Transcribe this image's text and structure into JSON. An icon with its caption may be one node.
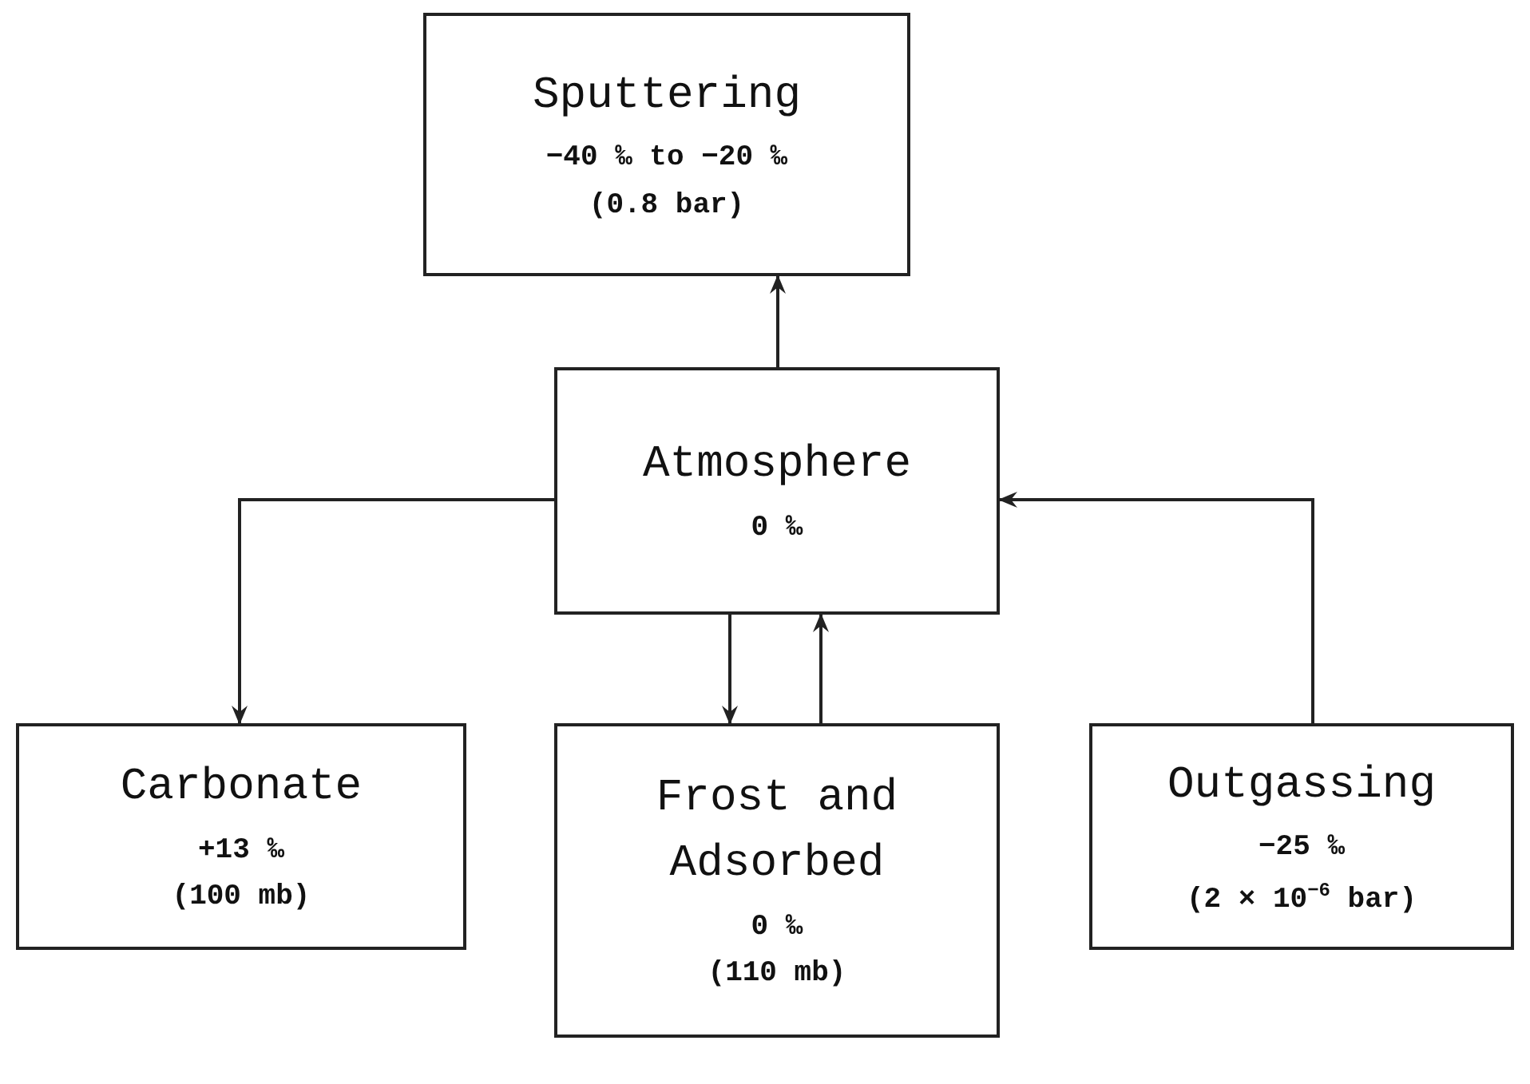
{
  "diagram": {
    "nodes": [
      {
        "text": [
          "Sputtering",
          "−40 ‰ to −20 ‰",
          "(0.8 bar)"
        ]
      },
      {
        "text": [
          "Atmosphere",
          "0 ‰"
        ]
      },
      {
        "text": [
          "Carbonate",
          "+13 ‰",
          "(100 mb)"
        ]
      },
      {
        "text": [
          "Frost and Adsorbed",
          "0 ‰",
          "(110 mb)"
        ]
      },
      {
        "text": [
          "Outgassing",
          "−25 ‰",
          "(2 × 10$^{−6}$ bar)"
        ]
      }
    ],
    "edges": [
      {
        "from": 1,
        "to": 0,
        "arrow": "to"
      },
      {
        "from": 1,
        "to": 2,
        "arrow": "to"
      },
      {
        "from": 1,
        "to": 3,
        "arrow": "to"
      },
      {
        "from": 3,
        "to": 1,
        "arrow": "to"
      },
      {
        "from": 4,
        "to": 1,
        "arrow": "to"
      }
    ]
  }
}
